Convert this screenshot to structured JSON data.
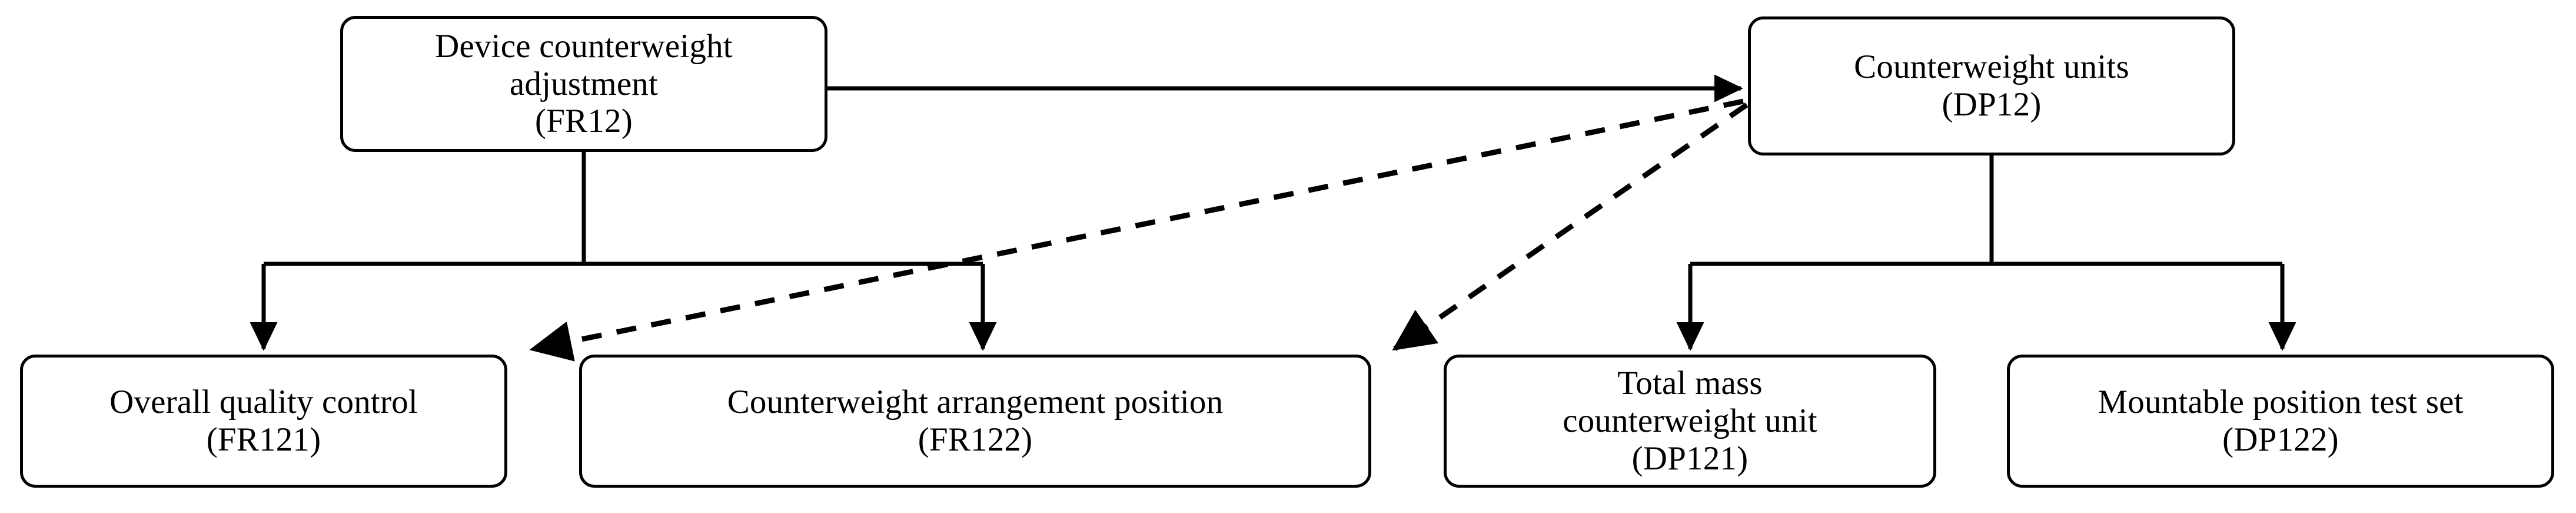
{
  "diagram": {
    "type": "axiomatic-design-decomposition",
    "background_color": "#ffffff",
    "line_color": "#000000",
    "nodes": [
      {
        "id": "FR12",
        "label": "Device counterweight\nadjustment\n(FR12)",
        "title": "Device counterweight adjustment",
        "code": "(FR12)",
        "row": "top",
        "side": "functional-requirement"
      },
      {
        "id": "DP12",
        "label": "Counterweight units\n(DP12)",
        "title": "Counterweight units",
        "code": "(DP12)",
        "row": "top",
        "side": "design-parameter"
      },
      {
        "id": "FR121",
        "label": "Overall quality control\n(FR121)",
        "title": "Overall quality control",
        "code": "(FR121)",
        "row": "bottom",
        "side": "functional-requirement"
      },
      {
        "id": "FR122",
        "label": "Counterweight arrangement position\n(FR122)",
        "title": "Counterweight arrangement position",
        "code": "(FR122)",
        "row": "bottom",
        "side": "functional-requirement"
      },
      {
        "id": "DP121",
        "label": "Total mass\ncounterweight unit\n(DP121)",
        "title": "Total mass counterweight unit",
        "code": "(DP121)",
        "row": "bottom",
        "side": "design-parameter"
      },
      {
        "id": "DP122",
        "label": "Mountable position test set\n(DP122)",
        "title": "Mountable position test set",
        "code": "(DP122)",
        "row": "bottom",
        "side": "design-parameter"
      }
    ],
    "edges": [
      {
        "id": "fr12-to-dp12",
        "from": "FR12",
        "to": "DP12",
        "style": "solid",
        "arrow": "single"
      },
      {
        "id": "fr12-to-fr121",
        "from": "FR12",
        "to": "FR121",
        "style": "solid",
        "arrow": "single"
      },
      {
        "id": "fr12-to-fr122",
        "from": "FR12",
        "to": "FR122",
        "style": "solid",
        "arrow": "single"
      },
      {
        "id": "dp12-to-dp121",
        "from": "DP12",
        "to": "DP121",
        "style": "solid",
        "arrow": "single"
      },
      {
        "id": "dp12-to-dp122",
        "from": "DP12",
        "to": "DP122",
        "style": "solid",
        "arrow": "single"
      },
      {
        "id": "dp12-to-fr121",
        "from": "DP12",
        "to": "FR121",
        "style": "dashed",
        "arrow": "single"
      },
      {
        "id": "dp12-to-fr122",
        "from": "DP12",
        "to": "FR122",
        "style": "dashed",
        "arrow": "single"
      }
    ]
  }
}
